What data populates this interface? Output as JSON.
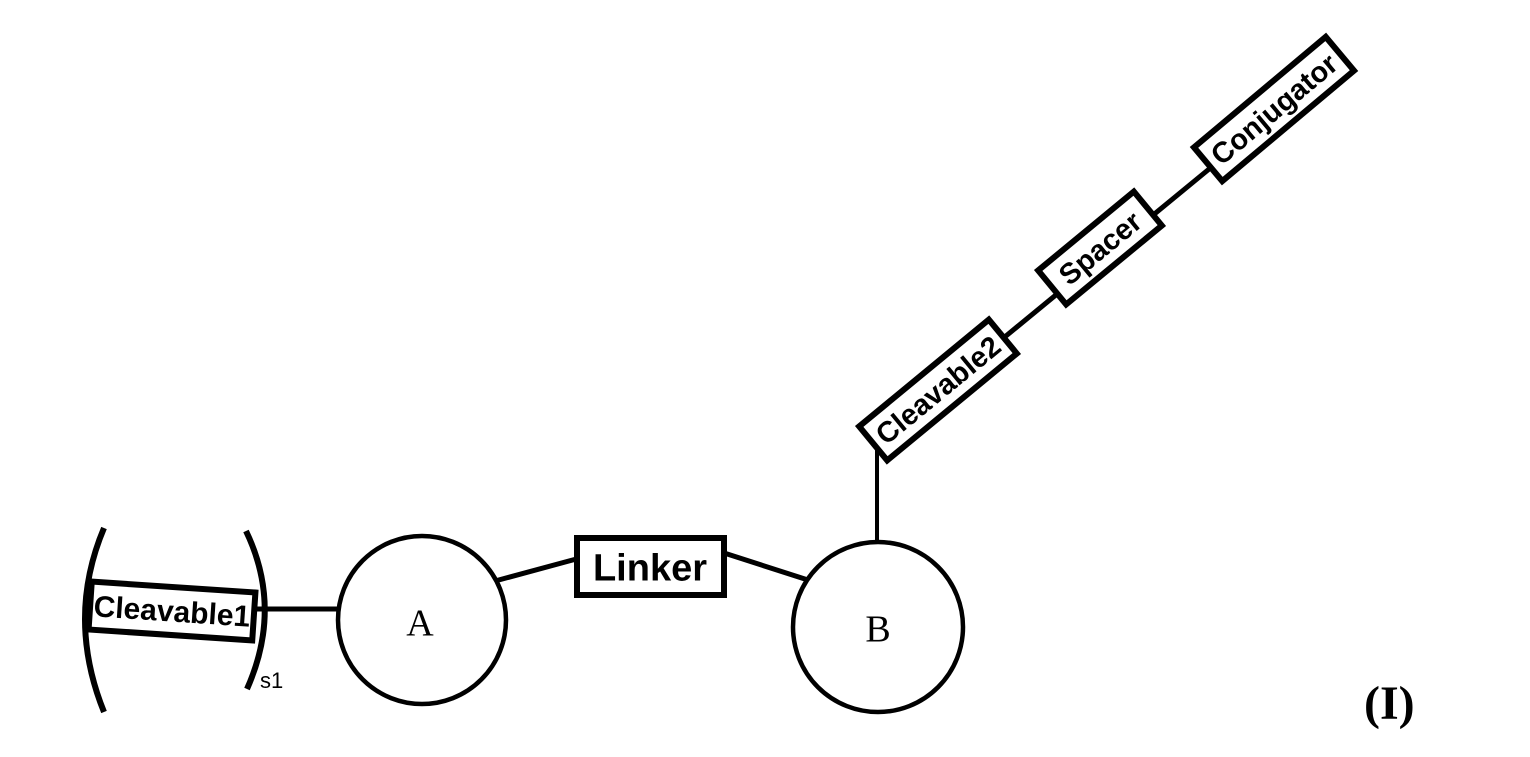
{
  "diagram": {
    "title_semantic": "conjugate-structure-formula",
    "formula_label": "(I)",
    "repeat_subscript": "s1",
    "ink_color": "#000000",
    "background_color": "#ffffff",
    "nodes": {
      "cleavable1": "Cleavable1",
      "unit_a": "A",
      "linker": "Linker",
      "unit_b": "B",
      "cleavable2": "Cleavable2",
      "spacer": "Spacer",
      "conjugator": "Conjugator"
    },
    "connections": [
      "cleavable1 - unit_a",
      "unit_a - linker",
      "linker - unit_b",
      "unit_b - cleavable2",
      "cleavable2 - spacer",
      "spacer - conjugator"
    ]
  }
}
